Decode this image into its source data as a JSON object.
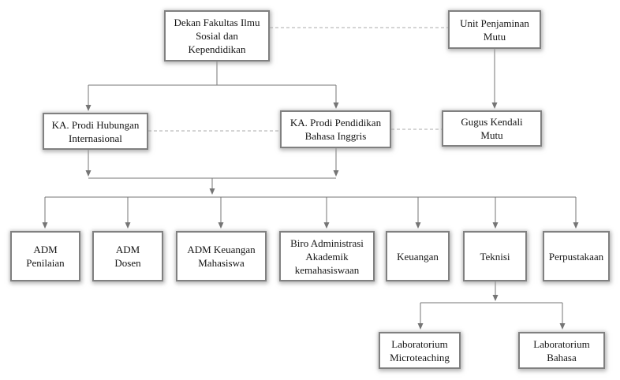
{
  "diagram": {
    "type": "org-chart",
    "nodes": {
      "dekan": {
        "label": "Dekan Fakultas Ilmu\nSosial dan\nKependidikan"
      },
      "unit_penjaminan_mutu": {
        "label": "Unit Penjaminan\nMutu"
      },
      "ka_prodi_hubungan": {
        "label": "KA. Prodi Hubungan\nInternasional"
      },
      "ka_prodi_pendidikan": {
        "label": "KA. Prodi Pendidikan\nBahasa Inggris"
      },
      "gugus_kendali_mutu": {
        "label": "Gugus Kendali\nMutu"
      },
      "adm_penilaian": {
        "label": "ADM\nPenilaian"
      },
      "adm_dosen": {
        "label": "ADM\nDosen"
      },
      "adm_keuangan_mahasiswa": {
        "label": "ADM Keuangan\nMahasiswa"
      },
      "biro_administrasi": {
        "label": "Biro Administrasi\nAkademik\nkemahasiswaan"
      },
      "keuangan": {
        "label": "Keuangan"
      },
      "teknisi": {
        "label": "Teknisi"
      },
      "perpustakaan": {
        "label": "Perpustakaan"
      },
      "lab_microteaching": {
        "label": "Laboratorium\nMicroteaching"
      },
      "lab_bahasa": {
        "label": "Laboratorium\nBahasa"
      }
    }
  },
  "colors": {
    "background": "#ffffff",
    "box_background": "#ffffff",
    "box_border": "#808080",
    "text": "#141414",
    "connector": "#757575",
    "dashed_connector": "#ababab"
  },
  "edges": [
    {
      "name": "link-dekan-unit",
      "from": "dekan",
      "to": "unit_penjaminan_mutu",
      "style": "dashed",
      "arrow": false,
      "points": [
        [
          342,
          35
        ],
        [
          568,
          35
        ]
      ]
    },
    {
      "name": "edge-unit-to-gugus",
      "from": "unit_penjaminan_mutu",
      "to": "gugus_kendali_mutu",
      "style": "solid",
      "arrow": true,
      "points": [
        [
          627,
          62
        ],
        [
          627,
          137
        ]
      ]
    },
    {
      "name": "edge-dekan-stem",
      "from": "dekan",
      "style": "solid",
      "arrow": false,
      "points": [
        [
          275,
          78
        ],
        [
          275,
          108
        ]
      ]
    },
    {
      "name": "edge-dekan-bus",
      "style": "solid",
      "arrow": false,
      "points": [
        [
          112,
          108
        ],
        [
          426,
          108
        ]
      ]
    },
    {
      "name": "edge-dekan-to-ka-hubungan",
      "to": "ka_prodi_hubungan",
      "style": "solid",
      "arrow": true,
      "points": [
        [
          112,
          108
        ],
        [
          112,
          140
        ]
      ]
    },
    {
      "name": "edge-dekan-to-ka-pendidikan",
      "to": "ka_prodi_pendidikan",
      "style": "solid",
      "arrow": true,
      "points": [
        [
          426,
          108
        ],
        [
          426,
          137
        ]
      ]
    },
    {
      "name": "link-ka-hubungan-ka-pendidikan",
      "from": "ka_prodi_hubungan",
      "to": "ka_prodi_pendidikan",
      "style": "dashed",
      "arrow": false,
      "points": [
        [
          188,
          166
        ],
        [
          355,
          166
        ]
      ]
    },
    {
      "name": "link-ka-pendidikan-gugus",
      "from": "ka_prodi_pendidikan",
      "to": "gugus_kendali_mutu",
      "style": "dashed",
      "arrow": false,
      "points": [
        [
          496,
          164
        ],
        [
          560,
          164
        ]
      ]
    },
    {
      "name": "edge-ka-hubungan-down",
      "from": "ka_prodi_hubungan",
      "style": "solid",
      "arrow": true,
      "points": [
        [
          112,
          190
        ],
        [
          112,
          223
        ]
      ]
    },
    {
      "name": "edge-ka-pendidikan-down",
      "from": "ka_prodi_pendidikan",
      "style": "solid",
      "arrow": true,
      "points": [
        [
          426,
          188
        ],
        [
          426,
          223
        ]
      ]
    },
    {
      "name": "edge-merge-bus",
      "style": "solid",
      "arrow": false,
      "points": [
        [
          112,
          226
        ],
        [
          426,
          226
        ]
      ]
    },
    {
      "name": "edge-merge-drop",
      "style": "solid",
      "arrow": true,
      "points": [
        [
          269,
          226
        ],
        [
          269,
          246
        ]
      ]
    },
    {
      "name": "edge-admin-bus",
      "style": "solid",
      "arrow": false,
      "points": [
        [
          57,
          250
        ],
        [
          730,
          250
        ]
      ]
    },
    {
      "name": "edge-to-adm-penilaian",
      "to": "adm_penilaian",
      "style": "solid",
      "arrow": true,
      "points": [
        [
          57,
          250
        ],
        [
          57,
          289
        ]
      ]
    },
    {
      "name": "edge-to-adm-dosen",
      "to": "adm_dosen",
      "style": "solid",
      "arrow": true,
      "points": [
        [
          162,
          250
        ],
        [
          162,
          289
        ]
      ]
    },
    {
      "name": "edge-to-adm-keuangan",
      "to": "adm_keuangan_mahasiswa",
      "style": "solid",
      "arrow": true,
      "points": [
        [
          280,
          250
        ],
        [
          280,
          289
        ]
      ]
    },
    {
      "name": "edge-to-biro",
      "to": "biro_administrasi",
      "style": "solid",
      "arrow": true,
      "points": [
        [
          414,
          250
        ],
        [
          414,
          289
        ]
      ]
    },
    {
      "name": "edge-to-keuangan",
      "to": "keuangan",
      "style": "solid",
      "arrow": true,
      "points": [
        [
          530,
          250
        ],
        [
          530,
          289
        ]
      ]
    },
    {
      "name": "edge-to-teknisi",
      "to": "teknisi",
      "style": "solid",
      "arrow": true,
      "points": [
        [
          628,
          250
        ],
        [
          628,
          289
        ]
      ]
    },
    {
      "name": "edge-to-perpustakaan",
      "to": "perpustakaan",
      "style": "solid",
      "arrow": true,
      "points": [
        [
          730,
          250
        ],
        [
          730,
          289
        ]
      ]
    },
    {
      "name": "edge-teknisi-stem",
      "from": "teknisi",
      "style": "solid",
      "arrow": true,
      "points": [
        [
          628,
          357
        ],
        [
          628,
          381
        ]
      ]
    },
    {
      "name": "edge-labs-bus",
      "style": "solid",
      "arrow": false,
      "points": [
        [
          533,
          384
        ],
        [
          713,
          384
        ]
      ]
    },
    {
      "name": "edge-to-lab-microteaching",
      "to": "lab_microteaching",
      "style": "solid",
      "arrow": true,
      "points": [
        [
          533,
          384
        ],
        [
          533,
          417
        ]
      ]
    },
    {
      "name": "edge-to-lab-bahasa",
      "to": "lab_bahasa",
      "style": "solid",
      "arrow": true,
      "points": [
        [
          713,
          384
        ],
        [
          713,
          417
        ]
      ]
    }
  ]
}
